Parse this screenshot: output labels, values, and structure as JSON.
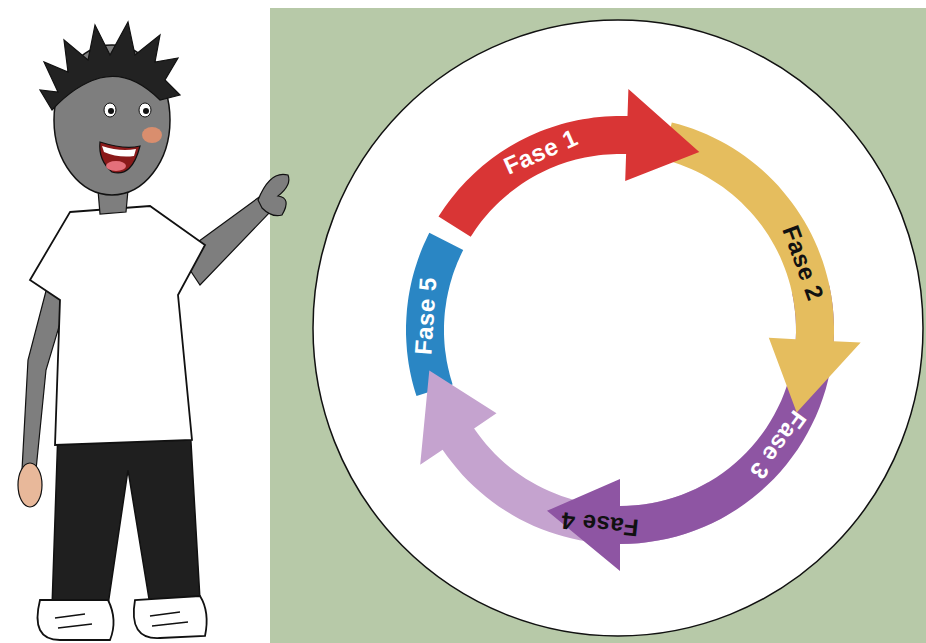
{
  "diagram": {
    "nodes": [
      {
        "text": [
          "Fase 1"
        ]
      },
      {
        "text": [
          "Fase 2"
        ]
      },
      {
        "text": [
          "Fase 3"
        ]
      },
      {
        "text": [
          "Fase 4"
        ]
      },
      {
        "text": [
          "Fase 5"
        ]
      }
    ]
  }
}
